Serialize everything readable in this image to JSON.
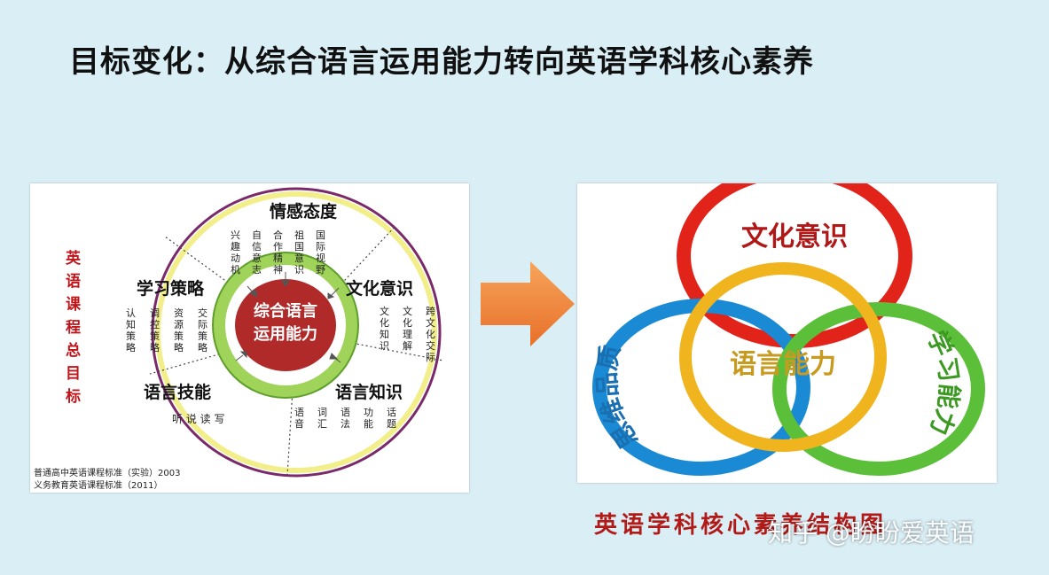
{
  "title": "目标变化：从综合语言运用能力转向英语学科核心素养",
  "left_diagram": {
    "side_label": "英语课程总目标",
    "center": [
      "综合语言",
      "运用能力"
    ],
    "sections": {
      "emotion": {
        "title": "情感态度",
        "items": [
          "兴趣动机",
          "自信意志",
          "合作精神",
          "祖国意识",
          "国际视野"
        ]
      },
      "strategy": {
        "title": "学习策略",
        "items": [
          "认知策略",
          "调控策略",
          "资源策略",
          "交际策略"
        ]
      },
      "culture": {
        "title": "文化意识",
        "items": [
          "文化知识",
          "文化理解",
          "跨文化交际"
        ]
      },
      "skills": {
        "title": "语言技能",
        "items": "听  说  读  写"
      },
      "knowledge": {
        "title": "语言知识",
        "items": [
          "语音",
          "词汇",
          "语法",
          "功能",
          "话题"
        ]
      }
    },
    "source_lines": [
      "普通高中英语课程标准（实验）2003",
      "义务教育英语课程标准（2011）"
    ]
  },
  "right_diagram": {
    "rings": {
      "culture": "文化意识",
      "language": "语言能力",
      "thinking": "思维品质",
      "learning": "学习能力"
    },
    "colors": {
      "red": "#e2231a",
      "yellow": "#f0b51e",
      "blue": "#1a8ad4",
      "green": "#5cbf3a"
    }
  },
  "caption": "英语学科核心素养结构图",
  "watermark": "知乎 @盼盼爱英语"
}
